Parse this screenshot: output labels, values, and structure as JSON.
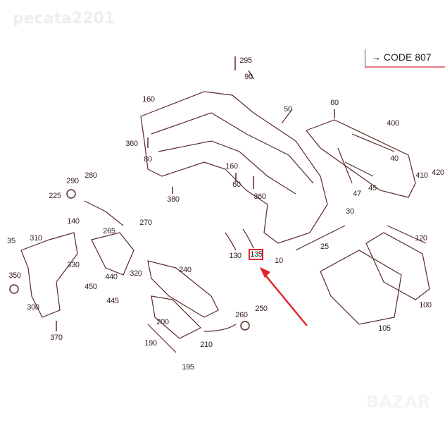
{
  "watermark": "pecata2201",
  "code_label": "CODE 807",
  "code_arrow": "→",
  "logo": "BAZAR",
  "highlighted_part": "135",
  "colors": {
    "lines": "#5a2a2a",
    "highlight": "#e3232e"
  },
  "part_labels": [
    "295",
    "90",
    "160",
    "50",
    "60",
    "400",
    "360",
    "80",
    "40",
    "410",
    "420",
    "160",
    "60",
    "360",
    "47",
    "45",
    "290",
    "280",
    "225",
    "380",
    "30",
    "140",
    "270",
    "265",
    "35",
    "310",
    "120",
    "25",
    "130",
    "135",
    "10",
    "330",
    "350",
    "440",
    "320",
    "240",
    "450",
    "300",
    "445",
    "260",
    "250",
    "200",
    "105",
    "100",
    "370",
    "190",
    "210",
    "195"
  ]
}
